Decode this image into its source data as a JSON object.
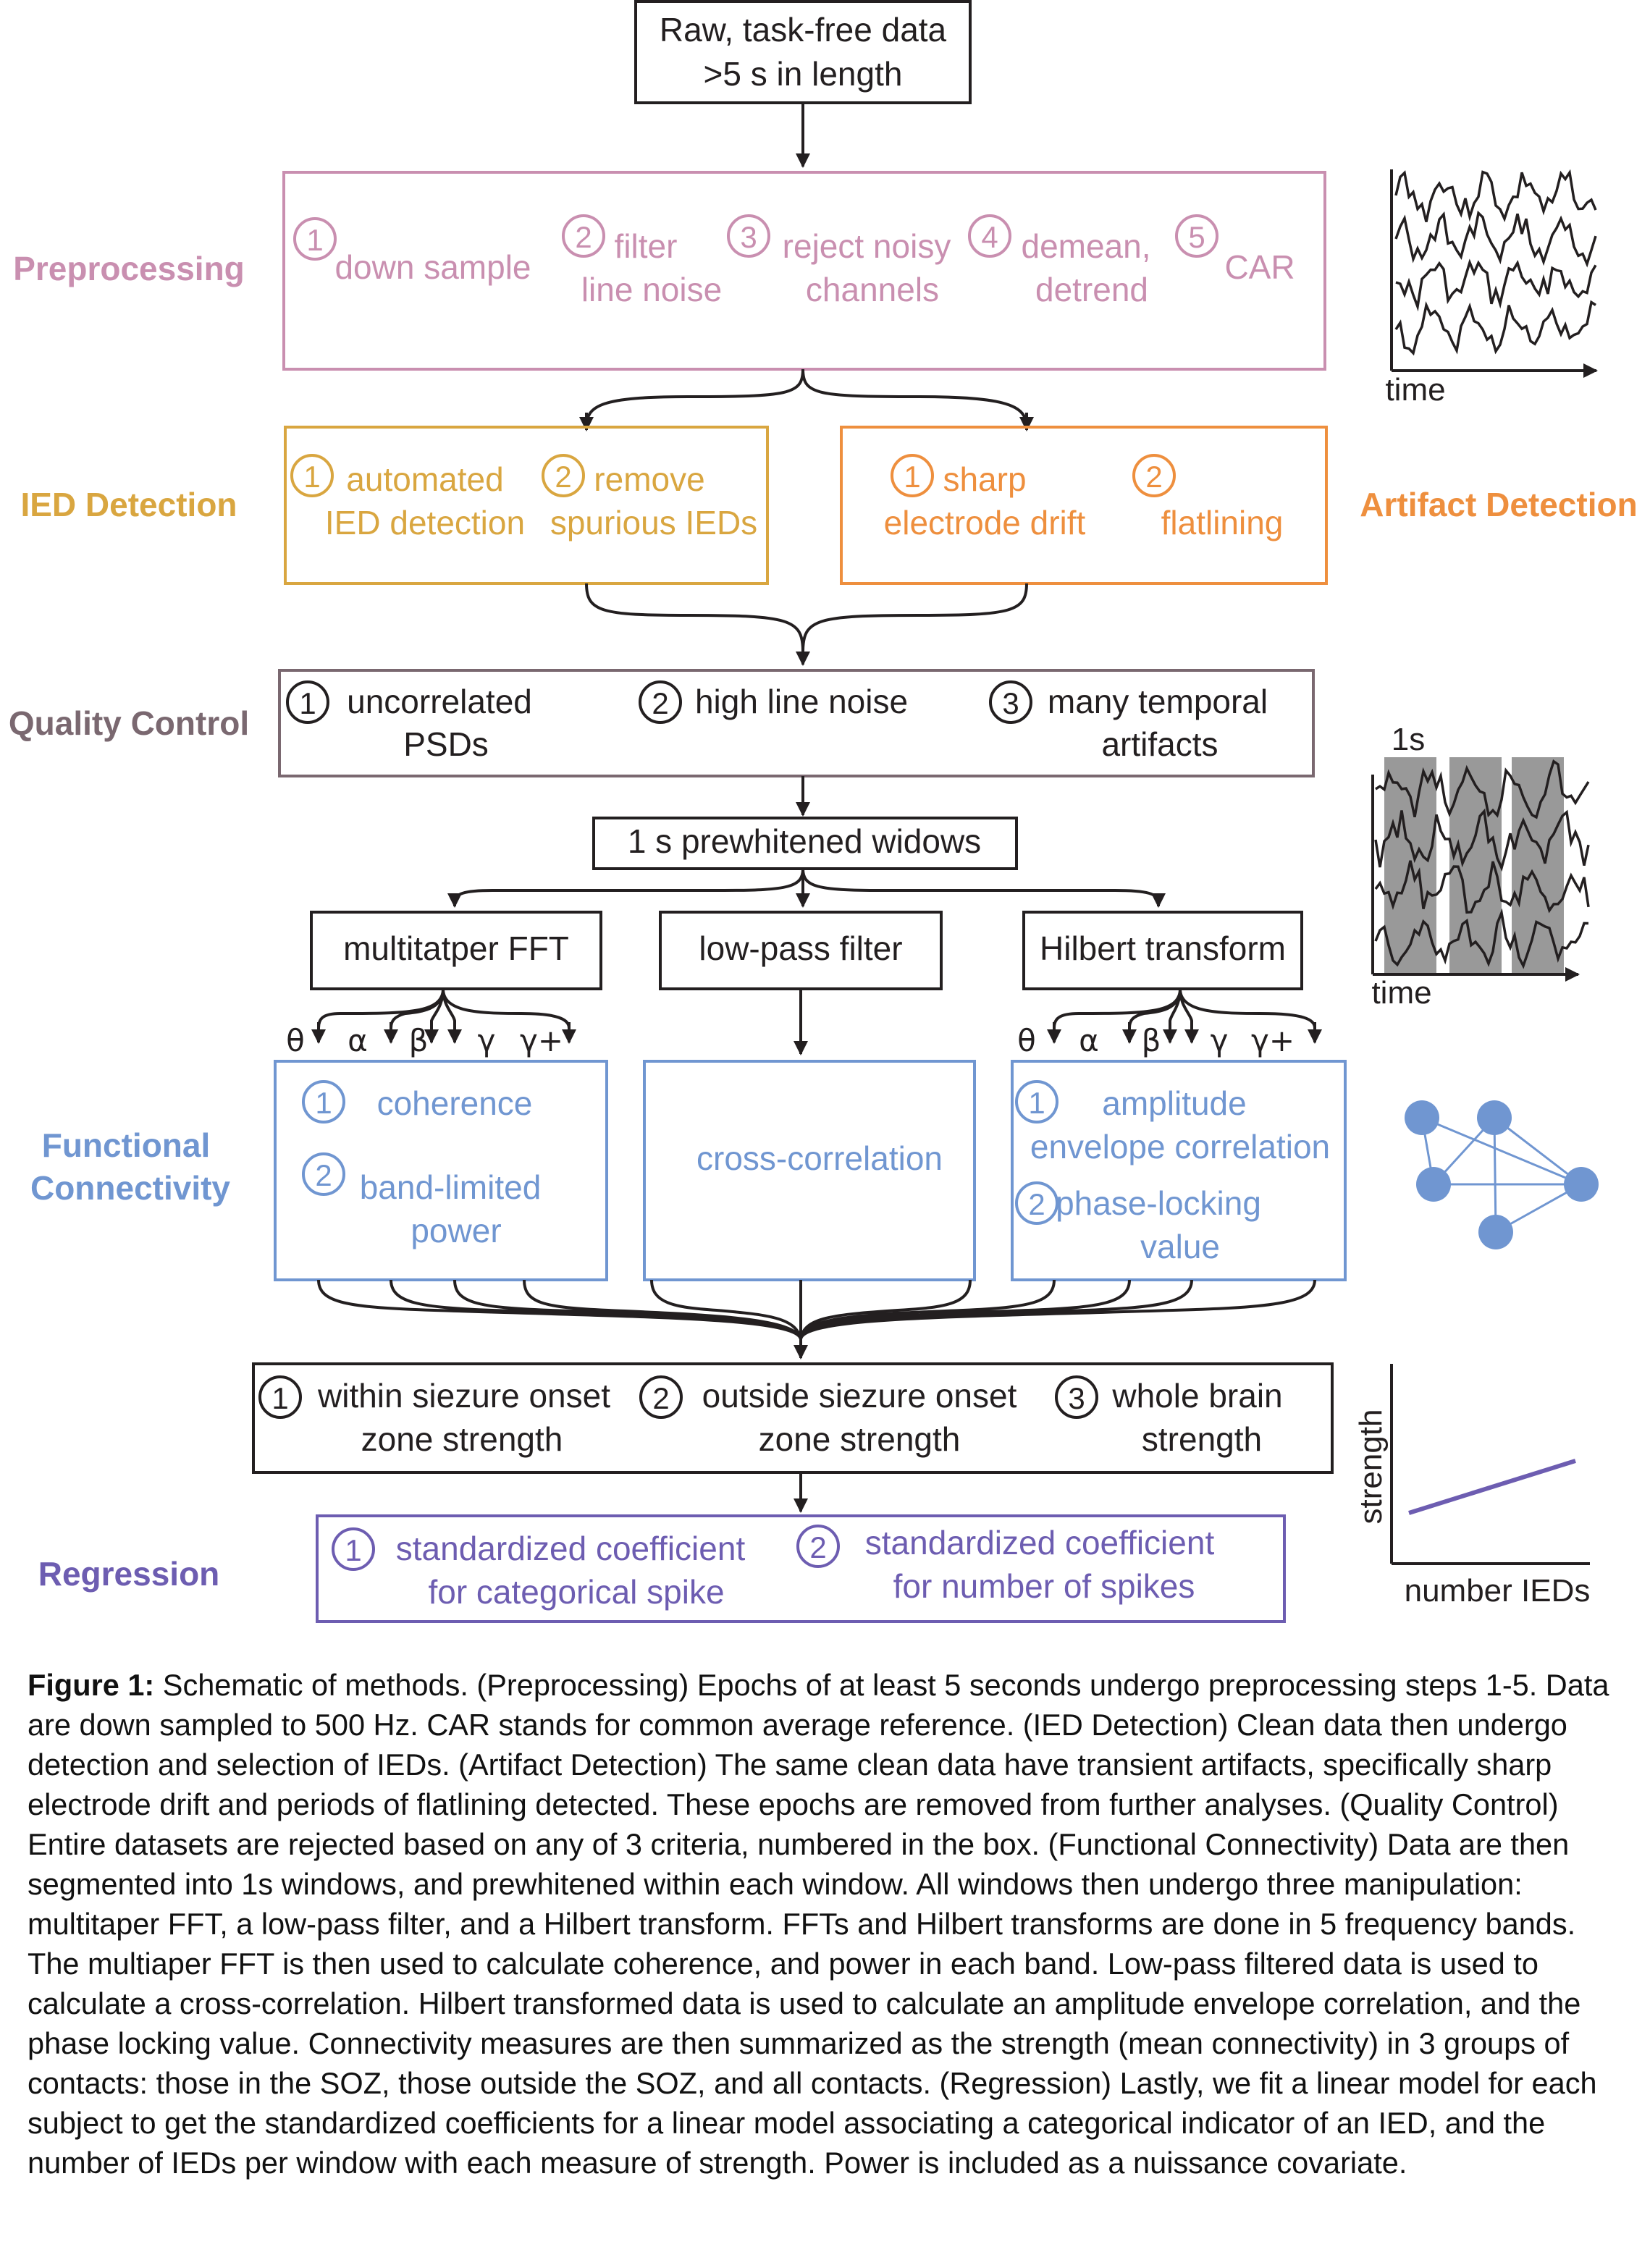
{
  "colors": {
    "black": "#231f20",
    "preprocessing": "#c98fb0",
    "ied": "#d9a640",
    "artifact": "#ee8f3e",
    "quality": "#7a6870",
    "connectivity": "#7096d1",
    "regression": "#6d5db1",
    "gray_window": "#999999"
  },
  "start": {
    "line1": "Raw, task-free data",
    "line2": ">5 s in length"
  },
  "preprocessing": {
    "label": "Preprocessing",
    "steps": [
      {
        "num": "1",
        "line1": "down sample",
        "line2": ""
      },
      {
        "num": "2",
        "line1": "filter",
        "line2": "line noise"
      },
      {
        "num": "3",
        "line1": "reject noisy",
        "line2": "channels"
      },
      {
        "num": "4",
        "line1": "demean,",
        "line2": "detrend"
      },
      {
        "num": "5",
        "line1": "CAR",
        "line2": ""
      }
    ],
    "inset_xlabel": "time"
  },
  "ied_detection": {
    "label": "IED Detection",
    "steps": [
      {
        "num": "1",
        "line1": "automated",
        "line2": "IED detection"
      },
      {
        "num": "2",
        "line1": "remove",
        "line2": "spurious IEDs"
      }
    ]
  },
  "artifact_detection": {
    "label": "Artifact Detection",
    "steps": [
      {
        "num": "1",
        "line1": "sharp",
        "line2": "electrode drift"
      },
      {
        "num": "2",
        "line1": "",
        "line2": "flatlining"
      }
    ]
  },
  "quality_control": {
    "label": "Quality Control",
    "steps": [
      {
        "num": "1",
        "line1": "uncorrelated",
        "line2": "PSDs"
      },
      {
        "num": "2",
        "line1": "high line noise",
        "line2": ""
      },
      {
        "num": "3",
        "line1": "many temporal",
        "line2": "artifacts"
      }
    ],
    "inset_top_label": "1s",
    "inset_xlabel": "time"
  },
  "windows_box": "1 s prewhitened widows",
  "transforms": [
    "multitatper FFT",
    "low-pass filter",
    "Hilbert transform"
  ],
  "bands": [
    "θ",
    "α",
    "β",
    "γ",
    "γ+"
  ],
  "functional_connectivity": {
    "label_line1": "Functional",
    "label_line2": "Connectivity",
    "fft_measures": [
      {
        "num": "1",
        "line1": "coherence",
        "line2": ""
      },
      {
        "num": "2",
        "line1": "band-limited",
        "line2": "power"
      }
    ],
    "lowpass_measure": "cross-correlation",
    "hilbert_measures": [
      {
        "num": "1",
        "line1": "amplitude",
        "line2": "envelope correlation"
      },
      {
        "num": "2",
        "line1": "phase-locking",
        "line2": "value"
      }
    ]
  },
  "strength": {
    "items": [
      {
        "num": "1",
        "line1": "within siezure onset",
        "line2": "zone strength"
      },
      {
        "num": "2",
        "line1": "outside siezure onset",
        "line2": "zone strength"
      },
      {
        "num": "3",
        "line1": "whole brain",
        "line2": "strength"
      }
    ],
    "inset_ylabel": "strength"
  },
  "regression": {
    "label": "Regression",
    "items": [
      {
        "num": "1",
        "line1": "standardized coefficient",
        "line2": "for categorical spike"
      },
      {
        "num": "2",
        "line1": "standardized coefficient",
        "line2": "for number of spikes"
      }
    ],
    "inset_xlabel": "number IEDs"
  },
  "caption": {
    "bold": "Figure 1:",
    "text": "Schematic of methods. (Preprocessing) Epochs of at least 5 seconds undergo preprocessing steps 1-5. Data are down sampled to 500 Hz. CAR stands for common average reference. (IED Detection) Clean data then undergo detection and selection of IEDs. (Artifact Detection) The same clean data have transient artifacts, specifically sharp electrode drift and periods of flatlining detected. These epochs are removed from further analyses. (Quality Control) Entire datasets are rejected based on any of 3 criteria, numbered in the box. (Functional Connectivity) Data are then segmented into 1s windows, and prewhitened within each window. All windows then undergo three manipulation: multitaper FFT, a low-pass filter, and a Hilbert transform. FFTs and Hilbert transforms are done in 5 frequency bands. The multiaper FFT is then used to calculate coherence, and power in each band. Low-pass filtered data is used to calculate a cross-correlation. Hilbert transformed data is used to calculate an amplitude envelope correlation, and the phase locking value. Connectivity measures are then summarized as the strength (mean connectivity) in 3 groups of contacts: those in the SOZ, those outside the SOZ, and all contacts. (Regression) Lastly, we fit a linear model for each subject to get the standardized coefficients for a linear model associating a categorical indicator of an IED, and the number of IEDs per window with each measure of strength. Power is included as a nuissance covariate."
  }
}
